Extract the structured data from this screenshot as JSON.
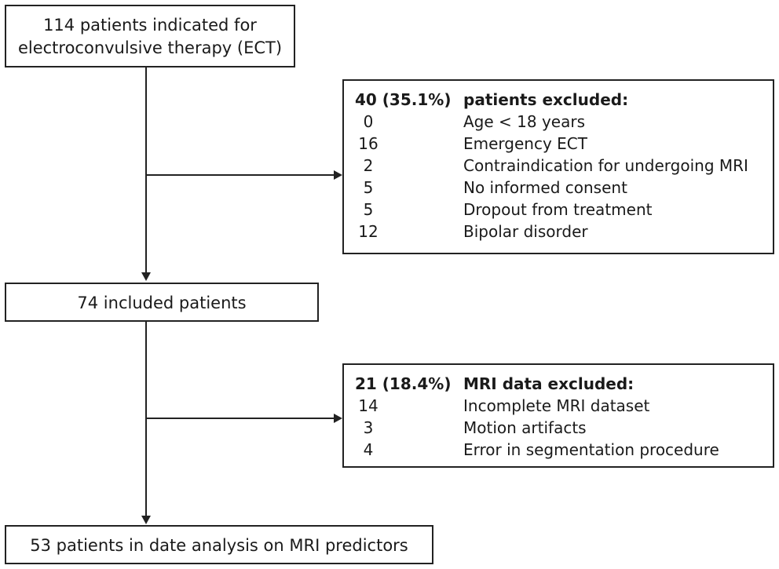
{
  "flow": {
    "start": {
      "line1": "114 patients indicated for",
      "line2": "electroconvulsive therapy (ECT)"
    },
    "included": {
      "label": "74 included patients"
    },
    "final": {
      "label": "53 patients in date analysis on MRI predictors"
    }
  },
  "exclusion1": {
    "count": "40 (35.1%)",
    "title": "patients excluded:",
    "rows": [
      {
        "num": "0",
        "label": "Age < 18 years"
      },
      {
        "num": "16",
        "label": "Emergency ECT"
      },
      {
        "num": "2",
        "label": "Contraindication for undergoing MRI"
      },
      {
        "num": "5",
        "label": "No informed consent"
      },
      {
        "num": "5",
        "label": "Dropout from treatment"
      },
      {
        "num": "12",
        "label": "Bipolar disorder"
      }
    ]
  },
  "exclusion2": {
    "count": "21 (18.4%)",
    "title": "MRI data excluded:",
    "rows": [
      {
        "num": "14",
        "label": "Incomplete MRI dataset"
      },
      {
        "num": "3",
        "label": "Motion artifacts"
      },
      {
        "num": "4",
        "label": "Error in segmentation procedure"
      }
    ]
  }
}
